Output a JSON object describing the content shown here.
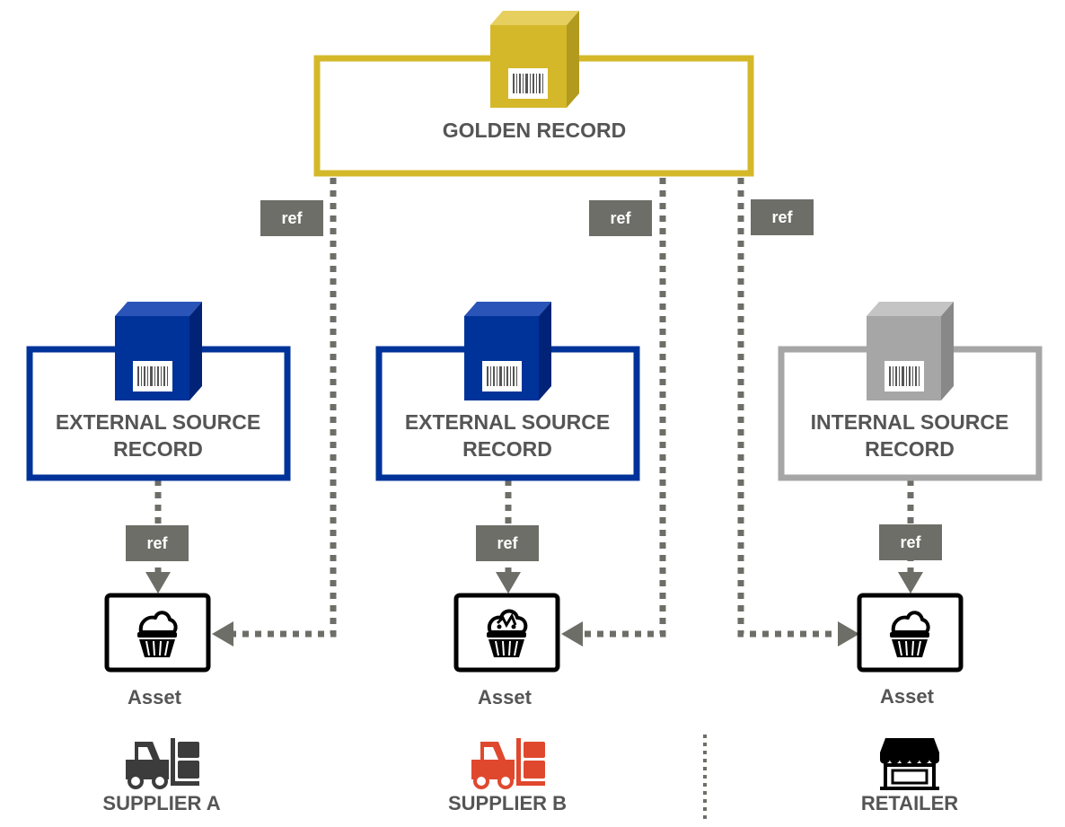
{
  "golden_record": {
    "label": "GOLDEN RECORD",
    "color": "#D4B82A"
  },
  "source_records": [
    {
      "line1": "EXTERNAL SOURCE",
      "line2": "RECORD",
      "color": "#003399"
    },
    {
      "line1": "EXTERNAL SOURCE",
      "line2": "RECORD",
      "color": "#003399"
    },
    {
      "line1": "INTERNAL SOURCE",
      "line2": "RECORD",
      "color": "#A6A6A6"
    }
  ],
  "ref_label": "ref",
  "assets": [
    {
      "label": "Asset",
      "icon": "cupcake-icon"
    },
    {
      "label": "Asset",
      "icon": "cupcake-decorated-icon"
    },
    {
      "label": "Asset",
      "icon": "cupcake-icon"
    }
  ],
  "parties": [
    {
      "label": "SUPPLIER A",
      "icon": "forklift-icon",
      "color": "#3C3C3C"
    },
    {
      "label": "SUPPLIER B",
      "icon": "forklift-icon",
      "color": "#E0482E"
    },
    {
      "label": "RETAILER",
      "icon": "storefront-icon",
      "color": "#000000"
    }
  ],
  "colors": {
    "connector": "#6E6E68",
    "ref_badge": "#6E6E68",
    "text": "#555555"
  }
}
